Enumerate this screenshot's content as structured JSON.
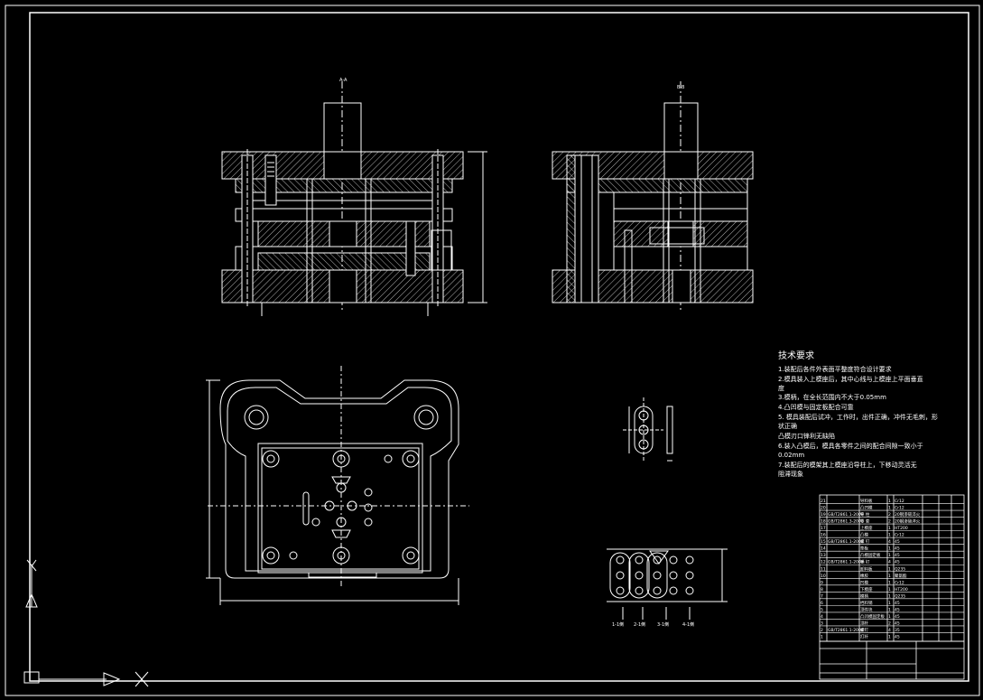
{
  "notes": {
    "title": "技术要求",
    "lines": [
      "1.装配后各件外表面平整度符合设计要求",
      "2.模具装入上模座后，其中心线与上模座上平面垂直",
      "  度",
      "3.模柄，在全长范围内不大于0.05mm",
      "4.凸凹模与固定板配合可靠",
      "5.  模具装配后试冲，工作时，出件正确，冲件无毛刺，形",
      "  状正确",
      "  凸模刃口锋利无缺陷",
      "6.装入凸模后，模具各零件之间的配合间隙一致小于",
      "  0.02mm",
      "7.装配后的模架其上模座沿导柱上，下移动灵活无",
      "  阻滞现象"
    ]
  },
  "strip_labels": [
    "1-1倒",
    "2-1倒",
    "3-1倒",
    "4-1倒"
  ],
  "bom": {
    "rows": [
      [
        "21",
        "",
        "导料板",
        "1",
        "Cr12"
      ],
      [
        "20",
        "",
        "凸凹模",
        "1",
        "Cr12"
      ],
      [
        "19",
        "GB/T2861.1-2008",
        "导 柱",
        "2",
        "20钢渗碳淬火"
      ],
      [
        "18",
        "GB/T2861.3-2008",
        "导 套",
        "2",
        "20钢渗碳淬火"
      ],
      [
        "17",
        "",
        "上模座",
        "1",
        "HT200"
      ],
      [
        "16",
        "",
        "凸模",
        "1",
        "Cr12"
      ],
      [
        "15",
        "GB/T2861.1-2008",
        "螺 钉",
        "4",
        "45"
      ],
      [
        "14",
        "",
        "垫板",
        "1",
        "45"
      ],
      [
        "13",
        "",
        "凸模固定板",
        "1",
        "45"
      ],
      [
        "12",
        "GB/T2861.1-2008",
        "销 钉",
        "4",
        "45"
      ],
      [
        "11",
        "",
        "卸料板",
        "1",
        "Q235"
      ],
      [
        "10",
        "",
        "橡胶",
        "1",
        "聚氨酯"
      ],
      [
        "9",
        "",
        "凹模",
        "1",
        "Cr12"
      ],
      [
        "8",
        "",
        "下模座",
        "1",
        "HT200"
      ],
      [
        "7",
        "",
        "模柄",
        "1",
        "Q235"
      ],
      [
        "6",
        "",
        "挡料销",
        "1",
        "45"
      ],
      [
        "5",
        "",
        "顶件块",
        "1",
        "45"
      ],
      [
        "4",
        "",
        "凸凹模固定板",
        "1",
        "45"
      ],
      [
        "3",
        "",
        "顶杆",
        "2",
        "45"
      ],
      [
        "2",
        "GB/T2861.1-2008",
        "螺钉",
        "4",
        "35"
      ],
      [
        "1",
        "",
        "打杆",
        "1",
        "45"
      ]
    ]
  },
  "colors": {
    "background": "#000000",
    "line": "#ffffff"
  }
}
